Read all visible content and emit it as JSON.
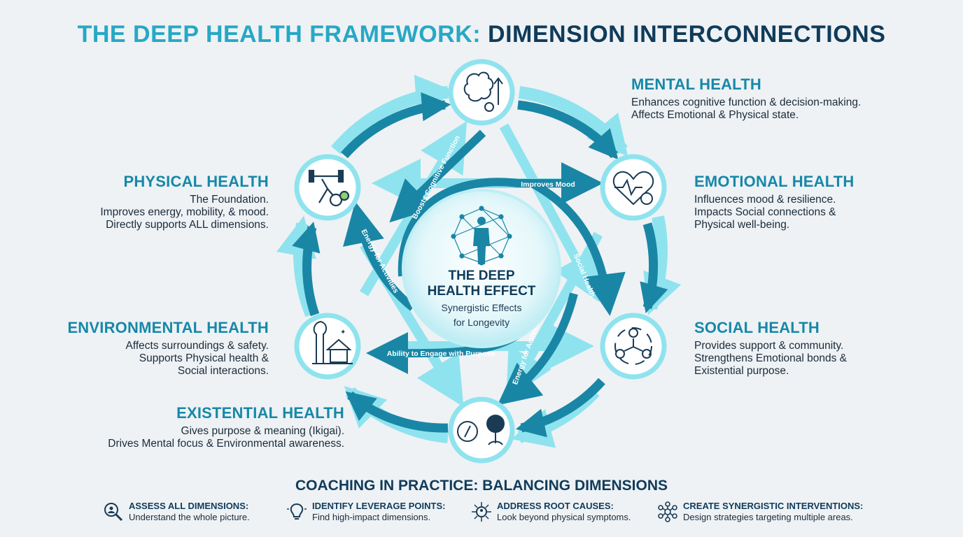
{
  "title": {
    "part1": "THE DEEP HEALTH FRAMEWORK:",
    "part2": "DIMENSION INTERCONNECTIONS"
  },
  "center": {
    "title_line1": "THE DEEP",
    "title_line2": "HEALTH EFFECT",
    "sub_line1": "Synergistic Effects",
    "sub_line2": "for Longevity"
  },
  "dimensions": {
    "mental": {
      "title": "MENTAL HEALTH",
      "line1": "Enhances cognitive function & decision-making.",
      "line2": "Affects Emotional & Physical state."
    },
    "emotional": {
      "title": "EMOTIONAL HEALTH",
      "line1": "Influences mood & resilience.",
      "line2": "Impacts Social connections &",
      "line3": "Physical well-being."
    },
    "social": {
      "title": "SOCIAL HEALTH",
      "line1": "Provides support & community.",
      "line2": "Strengthens Emotional bonds &",
      "line3": "Existential purpose."
    },
    "physical": {
      "title": "PHYSICAL HEALTH",
      "line1": "The Foundation.",
      "line2": "Improves energy, mobility, & mood.",
      "line3": "Directly supports ALL dimensions."
    },
    "environmental": {
      "title": "ENVIRONMENTAL HEALTH",
      "line1": "Affects surroundings & safety.",
      "line2": "Supports Physical health &",
      "line3": "Social interactions."
    },
    "existential": {
      "title": "EXISTENTIAL HEALTH",
      "line1": "Gives purpose & meaning (Ikigai).",
      "line2": "Drives Mental focus & Environmental awareness."
    }
  },
  "arrow_labels": {
    "improves_mood": "Improves Mood",
    "cognitive": "Boosts Cognitive Function",
    "energy_left": "Energy for Activities",
    "social_health": "Social Health",
    "energy_bottom": "Energy for Activities",
    "engage": "Ability to Engage with Purpose"
  },
  "coaching": {
    "title": "COACHING IN PRACTICE: BALANCING DIMENSIONS",
    "tips": [
      {
        "title": "ASSESS ALL DIMENSIONS:",
        "text": "Understand the whole picture.",
        "icon": "magnifier-icon"
      },
      {
        "title": "IDENTIFY LEVERAGE POINTS:",
        "text": "Find high-impact dimensions.",
        "icon": "lightbulb-icon"
      },
      {
        "title": "ADDRESS ROOT CAUSES:",
        "text": "Look beyond physical symptoms.",
        "icon": "network-person-icon"
      },
      {
        "title": "CREATE SYNERGISTIC INTERVENTIONS:",
        "text": "Design strategies targeting multiple areas.",
        "icon": "connected-nodes-icon"
      }
    ]
  },
  "colors": {
    "dark_teal": "#1a86a5",
    "light_cyan": "#8fe3ee",
    "navy": "#103b5a",
    "accent": "#27a8c5"
  }
}
